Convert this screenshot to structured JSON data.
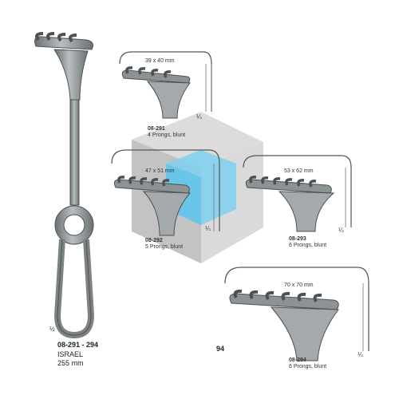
{
  "main_item": {
    "code": "08-291 - 294",
    "name": "ISRAEL",
    "length": "255 mm",
    "scale": "½"
  },
  "variants": [
    {
      "code": "08-291",
      "desc": "4 Prongs, blunt",
      "size": "39 x 40 mm",
      "scale": "¼"
    },
    {
      "code": "08-292",
      "desc": "5 Prongs, blunt",
      "size": "47 x 51 mm",
      "scale": "¼"
    },
    {
      "code": "08-293",
      "desc": "6 Prongs, blunt",
      "size": "53 x 62 mm",
      "scale": "¼"
    },
    {
      "code": "08-294",
      "desc": "6 Prongs, blunt",
      "size": "70 x 70 mm",
      "scale": "¼"
    }
  ],
  "page_number": "94",
  "colors": {
    "metal": "#8f9497",
    "metal_dark": "#55595c",
    "watermark_gray": "#c9c9c9",
    "watermark_blue": "#8fd3ee"
  }
}
